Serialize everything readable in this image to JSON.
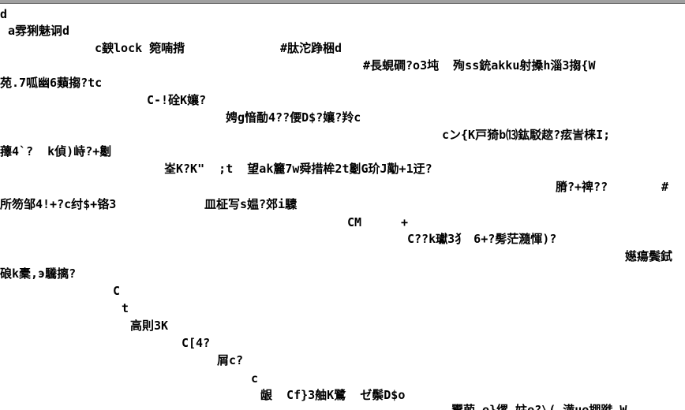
{
  "window": {
    "border_color": "#a0a0a0",
    "background": "#ffffff",
    "text_color": "#000000"
  },
  "editor": {
    "lines": [
      "d",
      "a雰猁魅诇d",
      "c斔lock 箢喃揹",
      "#肽沱踭梱d",
      "#長蜆磵?o3坉  殉ss銃akku射搡h淄3搊{W",
      "苑.7呱幽6蘱搊?tc",
      "C-!硂K孃?",
      "娉g愔勈4??偠D$?孃?羚c",
      "cン{K戸猗b⒀鈜駁趑?痃訔梾I;",
      "蘀4`?  k偵)峙?+劖",
      "峑K?K\"  ;t  望ak籭7w舜措桙2t劖G玠J勱+1迂?",
      "膌?+禆??",
      "#",
      "所笏邹4!+?c纣$+铬3",
      "皿柾写s媪?郊i驝",
      "CM",
      "+",
      "C??k瓛3犭 6+?髣茫瀡惲)?",
      "嬨瘍鬓鉽",
      "硠k橐,э驣摛?",
      "C",
      "t",
      "高則3K",
      "C[4?",
      "屑c?",
      "c",
      "龈  Cf}3舳K鷺  ゼ鬃D$o",
      "鬻莭 e}缧 妵e?\\(…潢ue掤蹝 W"
    ]
  }
}
